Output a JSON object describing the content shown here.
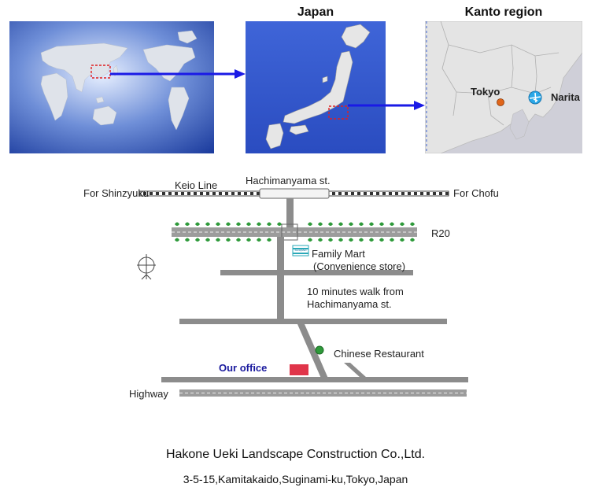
{
  "panels": {
    "world": {
      "label": ""
    },
    "japan": {
      "label": "Japan"
    },
    "kanto": {
      "label": "Kanto region",
      "tokyo": "Tokyo",
      "narita": "Narita"
    }
  },
  "map": {
    "railway_label": "Keio Line",
    "station_label": "Hachimanyama st.",
    "west_direction": "For Shinzyuku",
    "east_direction": "For Chofu",
    "route_label": "R20",
    "store_name": "Family Mart",
    "store_type": "(Convenience store)",
    "walk_line1": "10 minutes walk from",
    "walk_line2": "Hachimanyama st.",
    "restaurant_label": "Chinese Restaurant",
    "office_label": "Our office",
    "highway_label": "Highway",
    "store_sign": "FamilyMart"
  },
  "footer": {
    "company": "Hakone Ueki Landscape Construction Co.,Ltd.",
    "address": "3-5-15,Kamitakaido,Suginami-ku,Tokyo,Japan"
  },
  "colors": {
    "arrow": "#1a1ae6",
    "marker": "#e02020",
    "road": "#8c8c8c",
    "office": "#e0354a",
    "office_label": "#1a1a9e",
    "tree": "#2e9a3a"
  },
  "icons": {
    "compass": "compass-icon",
    "airport": "airplane-icon",
    "tokyo_marker": "city-dot-icon",
    "store": "store-icon",
    "restaurant": "restaurant-icon"
  }
}
